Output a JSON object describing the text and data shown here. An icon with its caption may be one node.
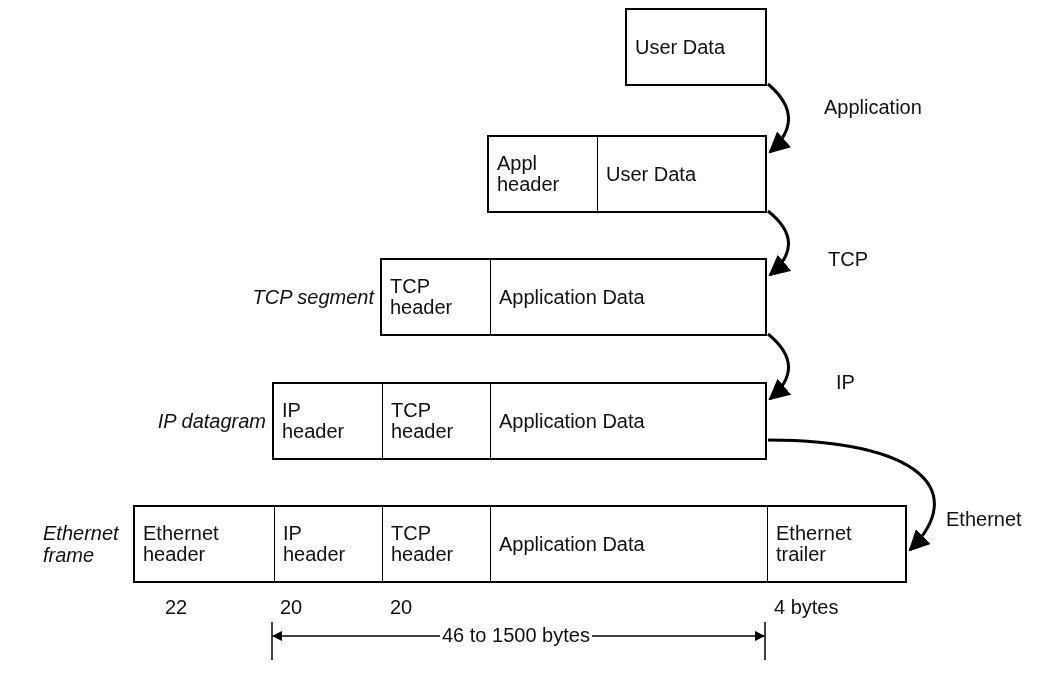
{
  "diagram": {
    "nodes": [
      {
        "text": [],
        "shape": "box"
      },
      {
        "text": [
          "User Data"
        ],
        "in": 0
      },
      {
        "text": [],
        "shape": "box"
      },
      {
        "text": [
          "Appl header"
        ],
        "in": 2
      },
      {
        "text": [
          "User Data"
        ],
        "in": 2
      },
      {
        "text": [
          "TCP segment"
        ]
      },
      {
        "text": [
          "TCP header"
        ],
        "in": 5
      },
      {
        "text": [
          "Application Data"
        ],
        "in": 5
      },
      {
        "text": [
          "IP datagram"
        ]
      },
      {
        "text": [
          "IP header"
        ],
        "in": 8
      },
      {
        "text": [
          "TCP header"
        ],
        "in": 8
      },
      {
        "text": [
          "Application Data"
        ],
        "in": 8
      },
      {
        "text": [
          "Ethernet frame"
        ]
      },
      {
        "text": [
          "Ethernet header"
        ],
        "in": 12
      },
      {
        "text": [
          "IP header"
        ],
        "in": 12
      },
      {
        "text": [
          "TCP header"
        ],
        "in": 12
      },
      {
        "text": [
          "Application Data"
        ],
        "in": 12
      },
      {
        "text": [
          "Ethernet trailer"
        ],
        "in": 12
      }
    ],
    "edges": [
      {
        "from": 0,
        "to": 2,
        "arrow": "to",
        "label": "Application"
      },
      {
        "from": 2,
        "to": 5,
        "arrow": "to",
        "label": "TCP"
      },
      {
        "from": 5,
        "to": 8,
        "arrow": "to",
        "label": "IP"
      },
      {
        "from": 8,
        "to": 12,
        "arrow": "to",
        "label": "Ethernet"
      }
    ],
    "labels": [
      "22",
      "20",
      "20",
      "4 bytes",
      "46 to 1500 bytes"
    ]
  }
}
